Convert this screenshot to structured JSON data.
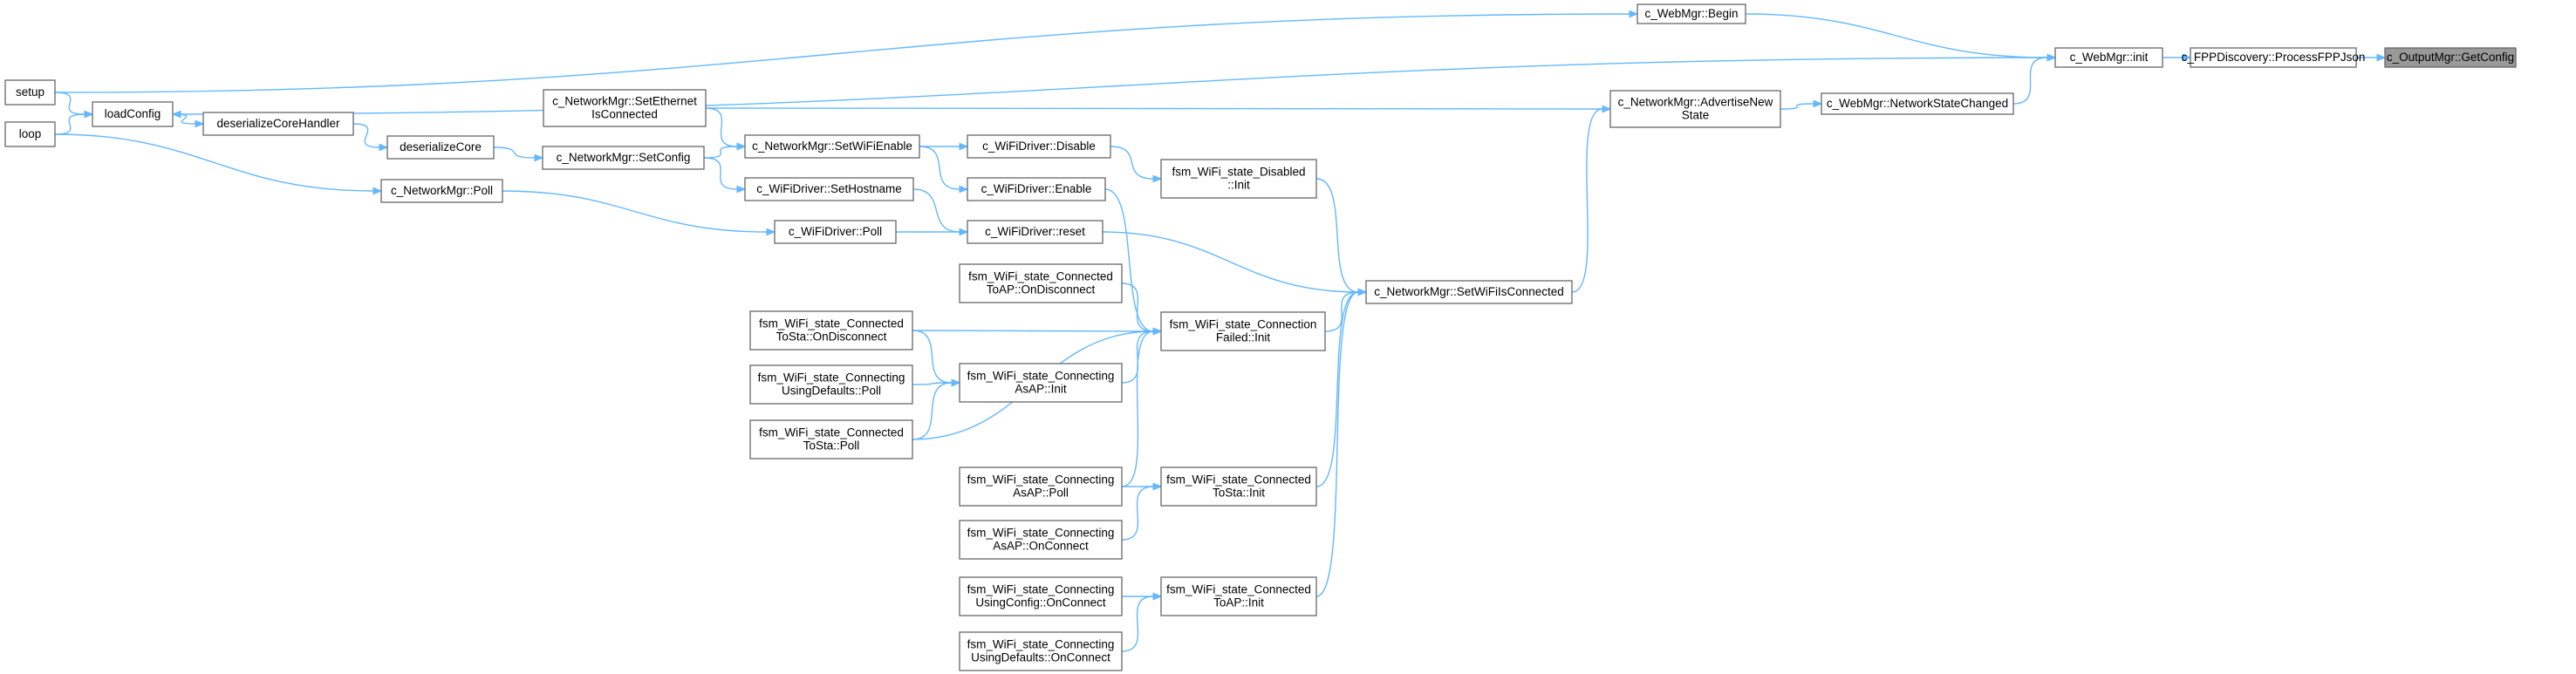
{
  "nodes": [
    {
      "id": "getconfig",
      "lines": [
        "c_OutputMgr::GetConfig"
      ],
      "focus": true
    },
    {
      "id": "processfpp",
      "lines": [
        "c_FPPDiscovery::ProcessFPPJson"
      ]
    },
    {
      "id": "webmgr_init",
      "lines": [
        "c_WebMgr::init"
      ]
    },
    {
      "id": "webmgr_begin",
      "lines": [
        "c_WebMgr::Begin"
      ]
    },
    {
      "id": "setup",
      "lines": [
        "setup"
      ]
    },
    {
      "id": "webmgr_nsc",
      "lines": [
        "c_WebMgr::NetworkStateChanged"
      ]
    },
    {
      "id": "advertise",
      "lines": [
        "c_NetworkMgr::AdvertiseNew",
        "State"
      ]
    },
    {
      "id": "loadconfig",
      "lines": [
        "loadConfig"
      ]
    },
    {
      "id": "loop",
      "lines": [
        "loop"
      ]
    },
    {
      "id": "setwifiisconnected",
      "lines": [
        "c_NetworkMgr::SetWiFiIsConnected"
      ]
    },
    {
      "id": "seteth",
      "lines": [
        "c_NetworkMgr::SetEthernet",
        "IsConnected"
      ]
    },
    {
      "id": "setwifienable",
      "lines": [
        "c_NetworkMgr::SetWiFiEnable"
      ]
    },
    {
      "id": "deshandler",
      "lines": [
        "deserializeCoreHandler"
      ]
    },
    {
      "id": "descore",
      "lines": [
        "deserializeCore"
      ]
    },
    {
      "id": "nm_setconfig",
      "lines": [
        "c_NetworkMgr::SetConfig"
      ]
    },
    {
      "id": "wd_disable",
      "lines": [
        "c_WiFiDriver::Disable"
      ]
    },
    {
      "id": "wd_enable",
      "lines": [
        "c_WiFiDriver::Enable"
      ]
    },
    {
      "id": "wd_sethostname",
      "lines": [
        "c_WiFiDriver::SetHostname"
      ]
    },
    {
      "id": "nm_poll",
      "lines": [
        "c_NetworkMgr::Poll"
      ]
    },
    {
      "id": "wd_poll",
      "lines": [
        "c_WiFiDriver::Poll"
      ]
    },
    {
      "id": "wd_reset",
      "lines": [
        "c_WiFiDriver::reset"
      ]
    },
    {
      "id": "fsm_disabled_init",
      "lines": [
        "fsm_WiFi_state_Disabled",
        "::Init"
      ]
    },
    {
      "id": "fsm_ctap_ondisc",
      "lines": [
        "fsm_WiFi_state_Connected",
        "ToAP::OnDisconnect"
      ]
    },
    {
      "id": "fsm_ctsta_ondisc",
      "lines": [
        "fsm_WiFi_state_Connected",
        "ToSta::OnDisconnect"
      ]
    },
    {
      "id": "fsm_connfailed_init",
      "lines": [
        "fsm_WiFi_state_Connection",
        "Failed::Init"
      ]
    },
    {
      "id": "fsm_cud_poll",
      "lines": [
        "fsm_WiFi_state_Connecting",
        "UsingDefaults::Poll"
      ]
    },
    {
      "id": "fsm_cap_init",
      "lines": [
        "fsm_WiFi_state_Connecting",
        "AsAP::Init"
      ]
    },
    {
      "id": "fsm_ctsta_poll",
      "lines": [
        "fsm_WiFi_state_Connected",
        "ToSta::Poll"
      ]
    },
    {
      "id": "fsm_cap_poll",
      "lines": [
        "fsm_WiFi_state_Connecting",
        "AsAP::Poll"
      ]
    },
    {
      "id": "fsm_ctsta_init",
      "lines": [
        "fsm_WiFi_state_Connected",
        "ToSta::Init"
      ]
    },
    {
      "id": "fsm_cap_onconn",
      "lines": [
        "fsm_WiFi_state_Connecting",
        "AsAP::OnConnect"
      ]
    },
    {
      "id": "fsm_cuc_onconn",
      "lines": [
        "fsm_WiFi_state_Connecting",
        "UsingConfig::OnConnect"
      ]
    },
    {
      "id": "fsm_ctap_init",
      "lines": [
        "fsm_WiFi_state_Connected",
        "ToAP::Init"
      ]
    },
    {
      "id": "fsm_cud_onconn",
      "lines": [
        "fsm_WiFi_state_Connecting",
        "UsingDefaults::OnConnect"
      ]
    }
  ],
  "edges": [
    [
      "processfpp",
      "getconfig"
    ],
    [
      "webmgr_init",
      "processfpp"
    ],
    [
      "webmgr_begin",
      "webmgr_init"
    ],
    [
      "setup",
      "webmgr_begin"
    ],
    [
      "webmgr_nsc",
      "webmgr_init"
    ],
    [
      "advertise",
      "webmgr_nsc"
    ],
    [
      "webmgr_init",
      "loadconfig"
    ],
    [
      "setup",
      "loadconfig"
    ],
    [
      "loop",
      "loadconfig"
    ],
    [
      "loadconfig",
      "deshandler"
    ],
    [
      "deshandler",
      "descore"
    ],
    [
      "descore",
      "nm_setconfig"
    ],
    [
      "nm_setconfig",
      "setwifienable"
    ],
    [
      "nm_setconfig",
      "wd_sethostname"
    ],
    [
      "seteth",
      "setwifienable"
    ],
    [
      "seteth",
      "advertise"
    ],
    [
      "setwifienable",
      "wd_disable"
    ],
    [
      "setwifienable",
      "wd_enable"
    ],
    [
      "wd_disable",
      "fsm_disabled_init"
    ],
    [
      "loop",
      "nm_poll"
    ],
    [
      "nm_poll",
      "wd_poll"
    ],
    [
      "wd_sethostname",
      "wd_reset"
    ],
    [
      "wd_poll",
      "wd_reset"
    ],
    [
      "fsm_disabled_init",
      "setwifiisconnected"
    ],
    [
      "wd_reset",
      "setwifiisconnected"
    ],
    [
      "setwifiisconnected",
      "advertise"
    ],
    [
      "wd_enable",
      "fsm_connfailed_init"
    ],
    [
      "fsm_ctap_ondisc",
      "fsm_connfailed_init"
    ],
    [
      "fsm_ctsta_ondisc",
      "fsm_connfailed_init"
    ],
    [
      "fsm_ctsta_ondisc",
      "fsm_cap_init"
    ],
    [
      "fsm_cud_poll",
      "fsm_cap_init"
    ],
    [
      "fsm_ctsta_poll",
      "fsm_cap_init"
    ],
    [
      "fsm_cap_init",
      "fsm_connfailed_init"
    ],
    [
      "fsm_ctsta_poll",
      "fsm_connfailed_init"
    ],
    [
      "fsm_cap_poll",
      "fsm_connfailed_init"
    ],
    [
      "fsm_connfailed_init",
      "setwifiisconnected"
    ],
    [
      "fsm_cap_poll",
      "fsm_ctsta_init"
    ],
    [
      "fsm_cap_onconn",
      "fsm_ctsta_init"
    ],
    [
      "fsm_ctsta_init",
      "setwifiisconnected"
    ],
    [
      "fsm_cuc_onconn",
      "fsm_ctap_init"
    ],
    [
      "fsm_cud_onconn",
      "fsm_ctap_init"
    ],
    [
      "fsm_ctap_init",
      "setwifiisconnected"
    ]
  ],
  "colors": {
    "edge": "#63b8ff",
    "node_border": "#666666",
    "focus_fill": "#999999"
  }
}
